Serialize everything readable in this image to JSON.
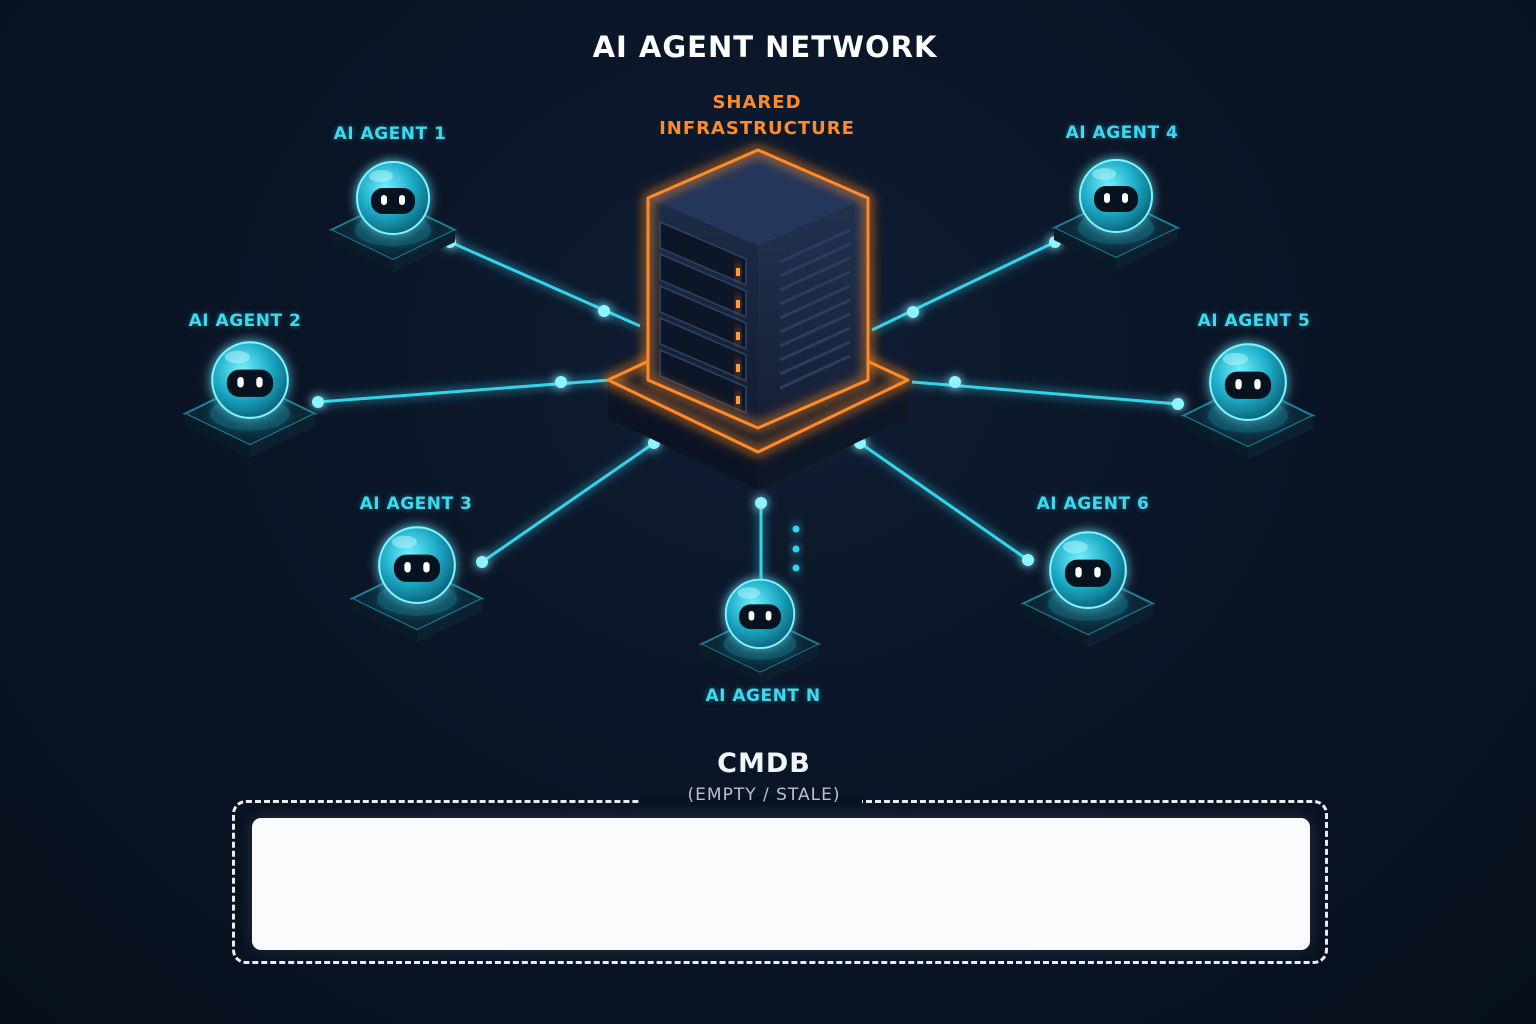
{
  "title": "AI AGENT NETWORK",
  "hub": {
    "label_line1": "SHARED",
    "label_line2": "INFRASTRUCTURE"
  },
  "agents": [
    {
      "label": "AI AGENT 1"
    },
    {
      "label": "AI AGENT 2"
    },
    {
      "label": "AI AGENT 3"
    },
    {
      "label": "AI AGENT 4"
    },
    {
      "label": "AI AGENT 5"
    },
    {
      "label": "AI AGENT 6"
    },
    {
      "label": "AI AGENT N"
    }
  ],
  "cmdb": {
    "title": "CMDB",
    "subtitle": "(EMPTY / STALE)"
  },
  "colors": {
    "background": "#0a1526",
    "agent_glow": "#2fd6ec",
    "hub_glow": "#ff8a2a",
    "connector": "#36d3ea",
    "cmdb_fill": "#fafbfc"
  },
  "icons": {
    "hub": "server-rack-icon",
    "agent": "robot-head-icon",
    "more": "ellipsis-vertical-icon"
  }
}
